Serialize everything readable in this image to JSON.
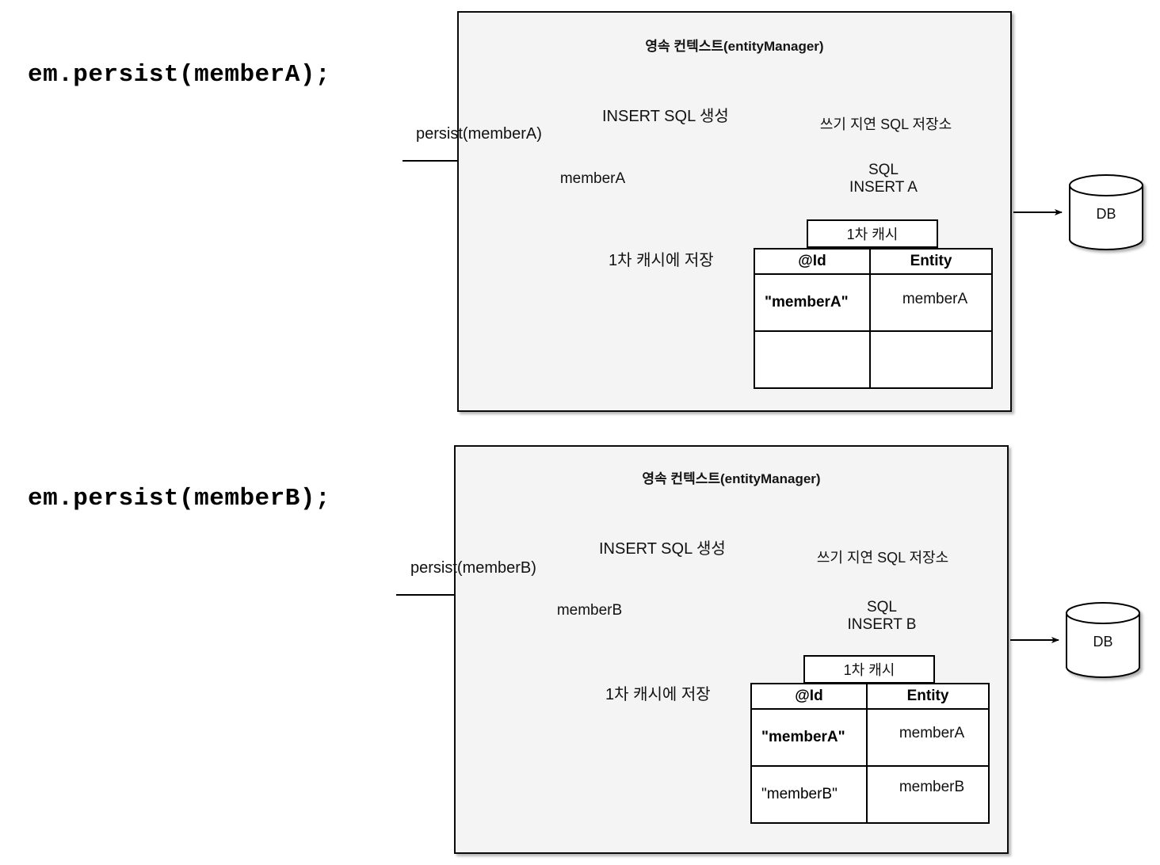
{
  "diagram": {
    "title_font_note": "",
    "colors": {
      "panel_fill": "#f4f4f4",
      "stroke": "#000000",
      "shape_fill": "#ffffff",
      "text": "#111111"
    }
  },
  "sections": [
    {
      "code_title": "em.persist(memberA);",
      "panel_title": "영속 컨텍스트(entityManager)",
      "incoming_arrow_label": "persist(memberA)",
      "entity_node": "memberA",
      "insert_sql_label": "INSERT SQL 생성",
      "cache_store_label": "1차 캐시에 저장",
      "sql_store_label": "쓰기 지연 SQL 저장소",
      "sql_boxes": [
        "SQL\nINSERT A"
      ],
      "sql_box_lines": [
        [
          "SQL",
          "INSERT A"
        ]
      ],
      "cache_tab_label": "1차 캐시",
      "cache_headers": [
        "@Id",
        "Entity"
      ],
      "cache_rows": [
        {
          "id": "\"memberA\"",
          "entity": "memberA"
        },
        {
          "id": "",
          "entity": ""
        }
      ],
      "db_label": "DB"
    },
    {
      "code_title": "em.persist(memberB);",
      "panel_title": "영속 컨텍스트(entityManager)",
      "incoming_arrow_label": "persist(memberB)",
      "entity_node": "memberB",
      "insert_sql_label": "INSERT SQL 생성",
      "cache_store_label": "1차 캐시에 저장",
      "sql_store_label": "쓰기 지연 SQL 저장소",
      "sql_boxes": [
        "",
        "SQL\nINSERT B"
      ],
      "sql_box_lines": [
        [
          ""
        ],
        [
          "SQL",
          "INSERT B"
        ]
      ],
      "cache_tab_label": "1차 캐시",
      "cache_headers": [
        "@Id",
        "Entity"
      ],
      "cache_rows": [
        {
          "id": "\"memberA\"",
          "entity": "memberA"
        },
        {
          "id": "\"memberB\"",
          "entity": "memberB"
        }
      ],
      "db_label": "DB"
    }
  ]
}
